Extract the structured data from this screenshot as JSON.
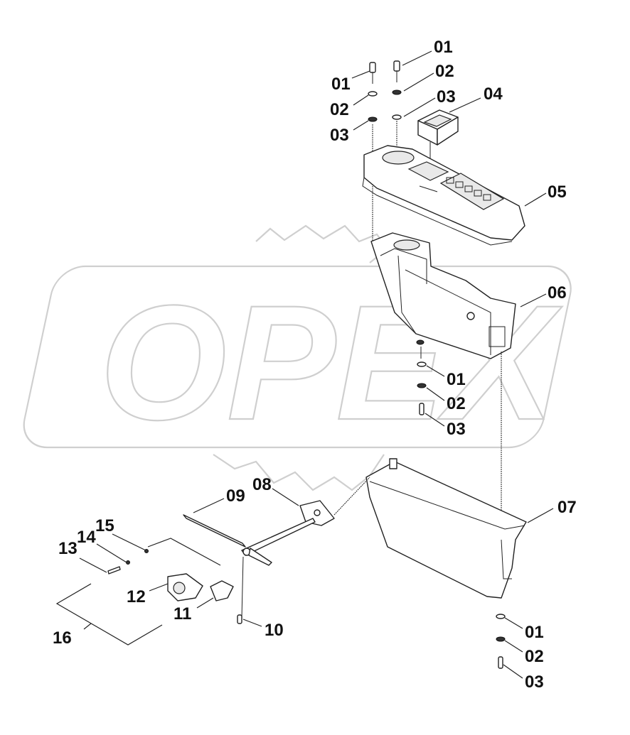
{
  "watermark": {
    "text": "OPEX"
  },
  "callouts": {
    "top_left_01": "01",
    "top_left_02": "02",
    "top_left_03": "03",
    "top_right_01": "01",
    "top_right_02": "02",
    "top_right_03": "03",
    "p04": "04",
    "p05": "05",
    "p06": "06",
    "mid_01": "01",
    "mid_02": "02",
    "mid_03": "03",
    "p07": "07",
    "p08": "08",
    "p09": "09",
    "p10": "10",
    "p11": "11",
    "p12": "12",
    "p13": "13",
    "p14": "14",
    "p15": "15",
    "p16": "16",
    "bot_01": "01",
    "bot_02": "02",
    "bot_03": "03"
  },
  "colors": {
    "line": "#222222",
    "watermark": "#cfcfcf",
    "background": "#ffffff"
  }
}
